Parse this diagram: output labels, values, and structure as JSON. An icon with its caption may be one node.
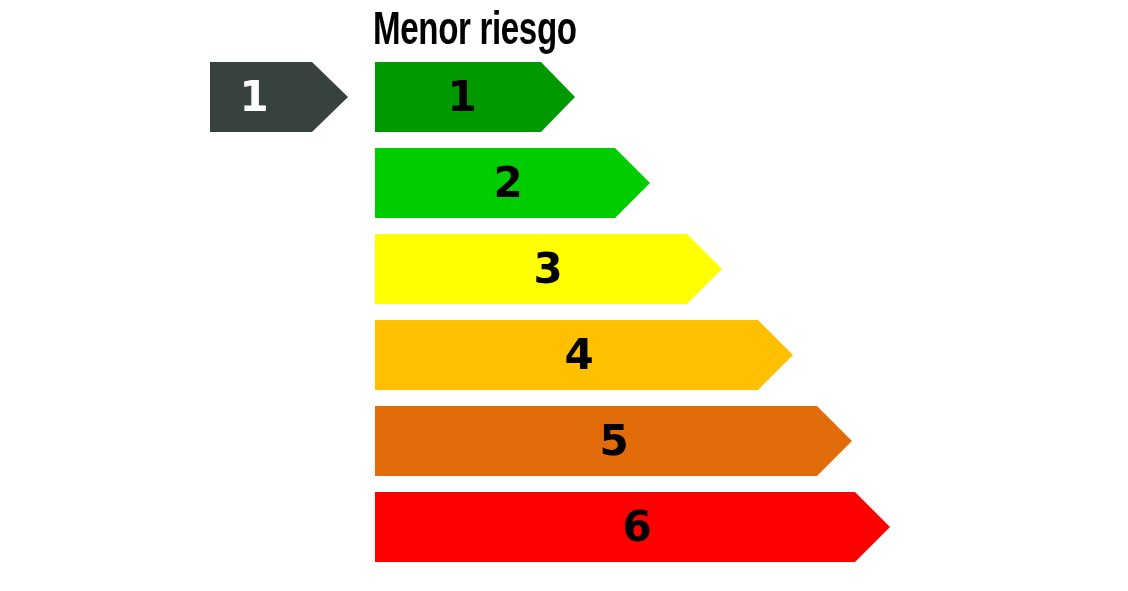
{
  "diagram": {
    "title": "Menor riesgo",
    "nodes": [
      {
        "text": [
          "1"
        ]
      },
      {
        "text": [
          "1"
        ]
      },
      {
        "text": [
          "2"
        ]
      },
      {
        "text": [
          "3"
        ]
      },
      {
        "text": [
          "4"
        ]
      },
      {
        "text": [
          "5"
        ]
      },
      {
        "text": [
          "6"
        ]
      }
    ]
  }
}
